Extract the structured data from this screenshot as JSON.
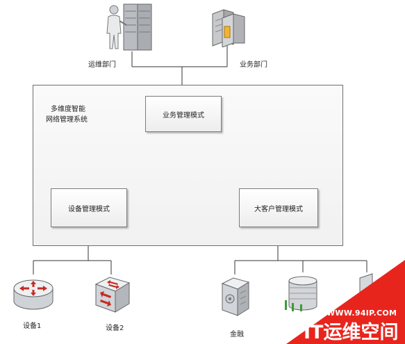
{
  "top": {
    "ops_dept_label": "运维部门",
    "biz_dept_label": "业务部门"
  },
  "system": {
    "title_line1": "多维度智能",
    "title_line2": "网络管理系统",
    "business_mode": "业务管理模式",
    "device_mode": "设备管理模式",
    "customer_mode": "大客户管理模式"
  },
  "bottom": {
    "device1_label": "设备1",
    "device2_label": "设备2",
    "finance_label": "金融"
  },
  "watermark": {
    "url": "WWW.94IP.COM",
    "brand": "IT运维空间",
    "color": "#e8251d"
  },
  "icons": [
    "server-rack-operator-icon",
    "server-icon",
    "router-icon",
    "switch-icon",
    "bank-building-icon",
    "office-building-icon"
  ]
}
